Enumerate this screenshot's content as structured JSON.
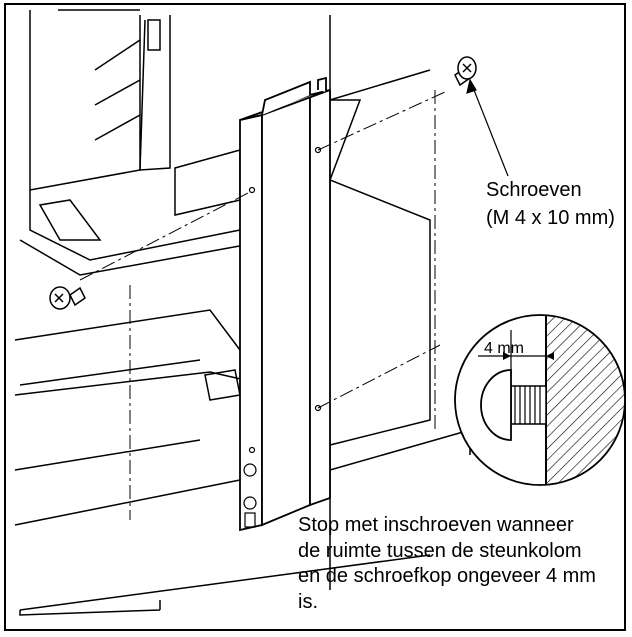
{
  "labels": {
    "screws": "Schroeven",
    "screws_size": "(M 4 x 10 mm)",
    "gap": "4 mm"
  },
  "note": {
    "lines": [
      "Stop met inschroeven wanneer",
      "de ruimte tussen de steunkolom",
      "en de schroefkop ongeveer 4 mm",
      "is."
    ]
  },
  "colors": {
    "line": "#000000",
    "background": "#ffffff"
  }
}
